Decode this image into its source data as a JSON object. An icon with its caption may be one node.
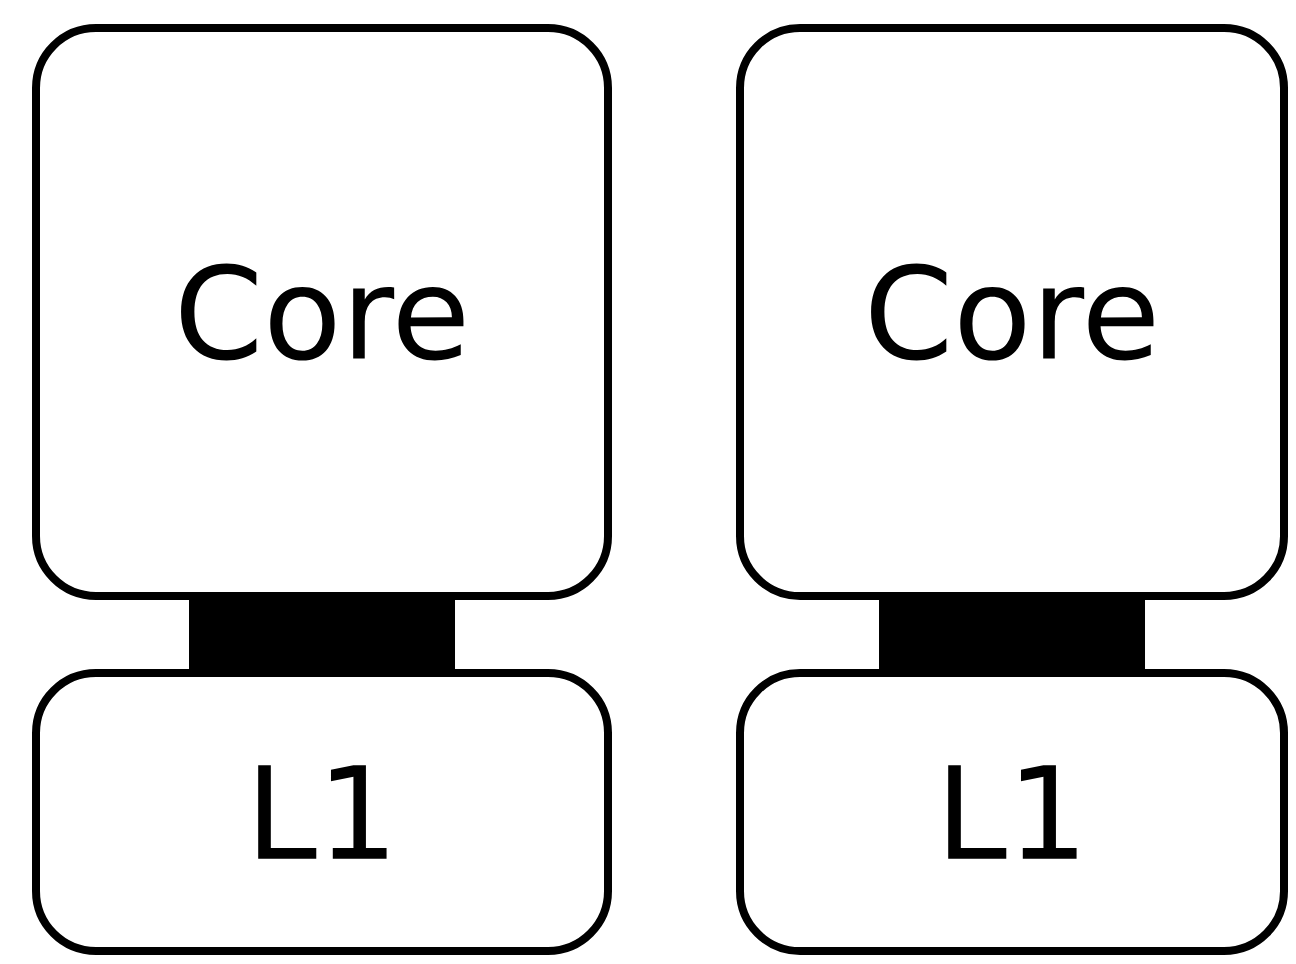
{
  "diagram": {
    "nodes": [
      {
        "text": [
          "Core"
        ]
      },
      {
        "text": [
          "L1"
        ]
      },
      {
        "text": [
          "Core"
        ]
      },
      {
        "text": [
          "L1"
        ]
      }
    ],
    "edges": [
      {
        "from": 0,
        "to": 1,
        "arrow": "none"
      },
      {
        "from": 2,
        "to": 3,
        "arrow": "none"
      }
    ]
  }
}
